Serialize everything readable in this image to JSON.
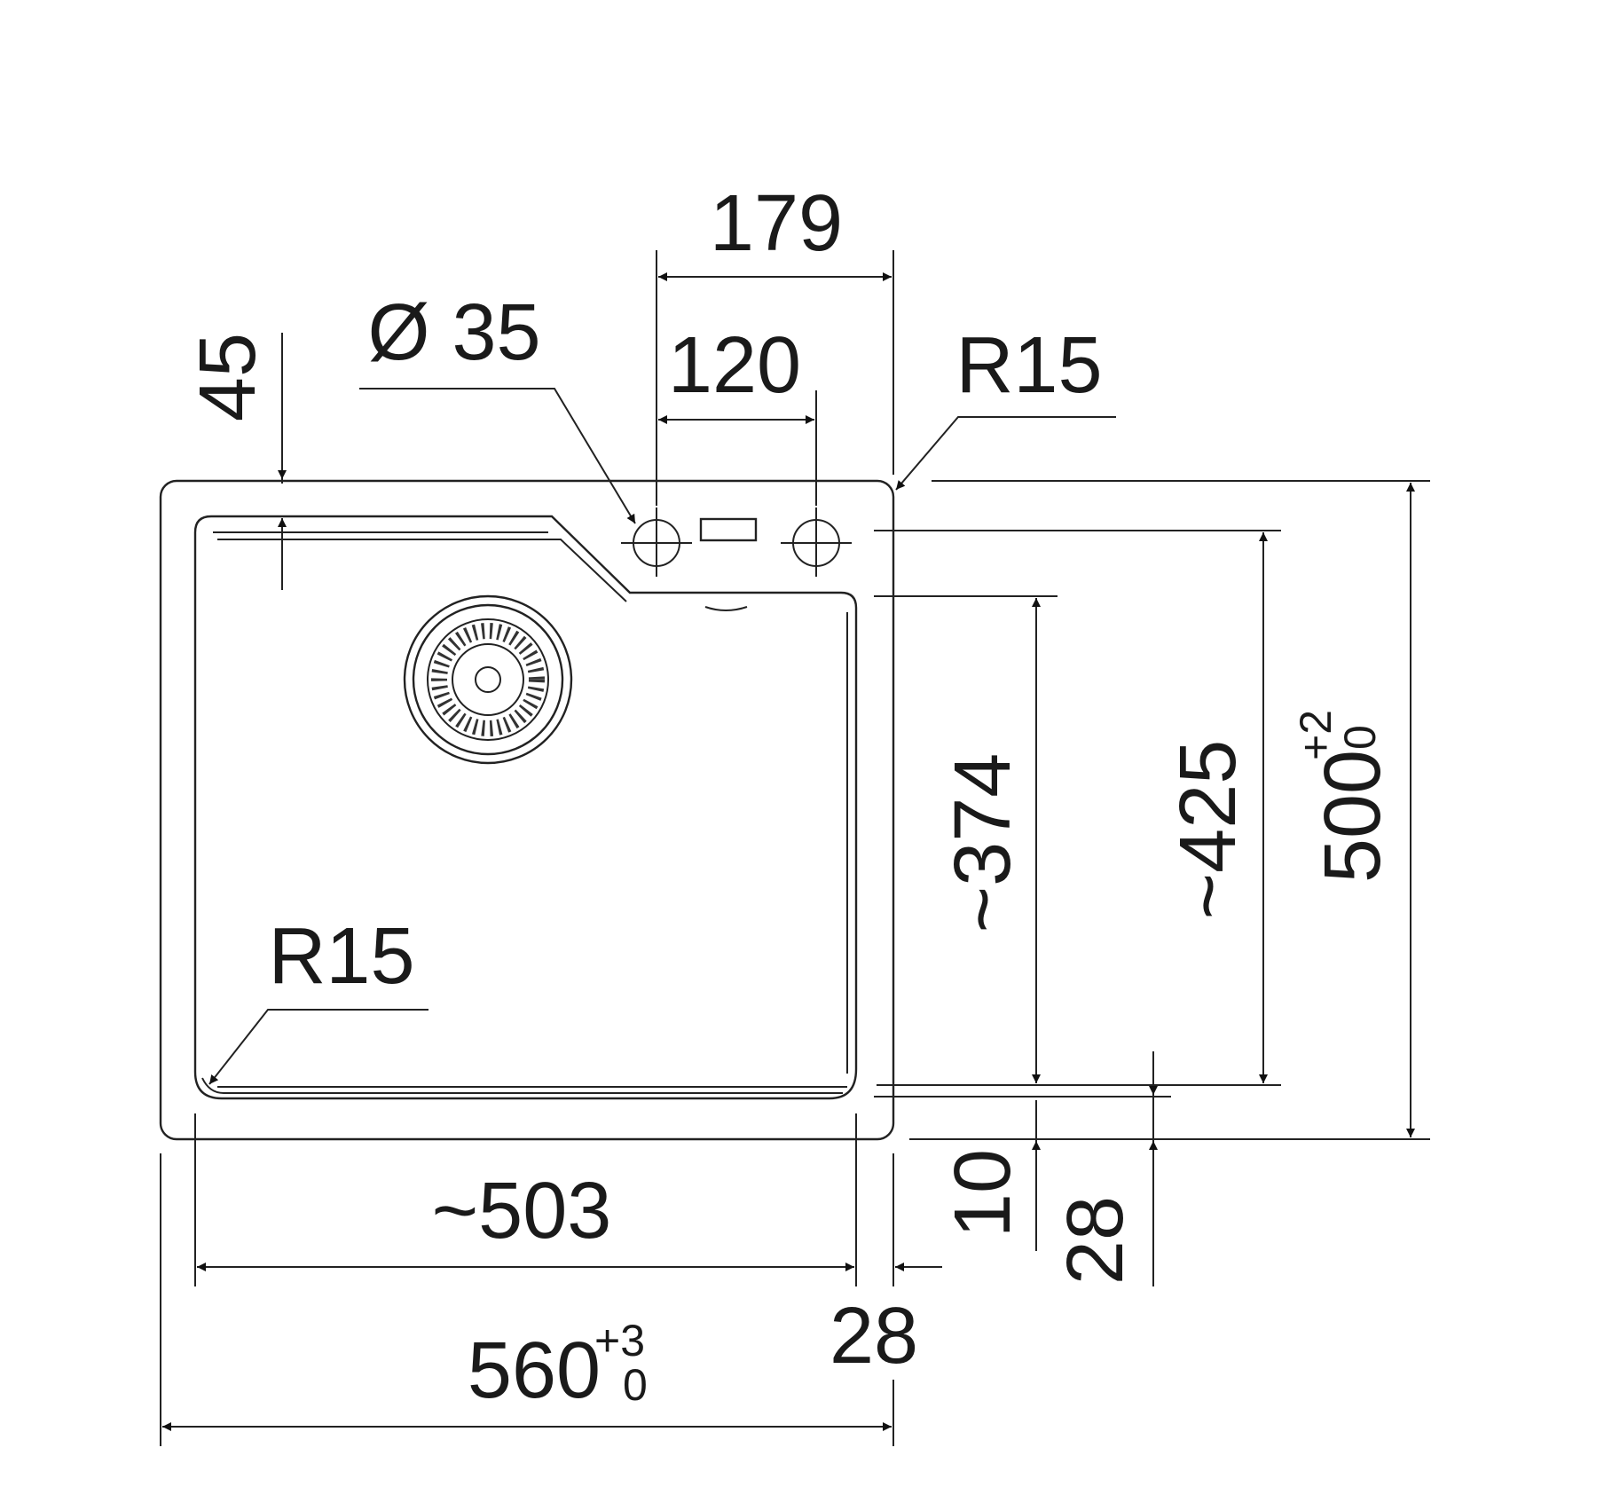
{
  "drawing": {
    "labels": {
      "overall_width": "560",
      "overall_width_tol_upper": "+3",
      "overall_width_tol_lower": "0",
      "overall_depth": "500",
      "overall_depth_tol_upper": "+2",
      "overall_depth_tol_lower": "0",
      "bowl_width": "~503",
      "bowl_depth": "~374",
      "inner_depth": "~425",
      "tap_spacing_outer": "179",
      "tap_spacing_inner": "120",
      "tap_hole_diameter": "Ø 35",
      "ledge_depth": "45",
      "corner_radius_top": "R15",
      "corner_radius_bowl": "R15",
      "side_rim_width": "28",
      "bottom_rim_10": "10",
      "bottom_rim_28": "28"
    }
  }
}
